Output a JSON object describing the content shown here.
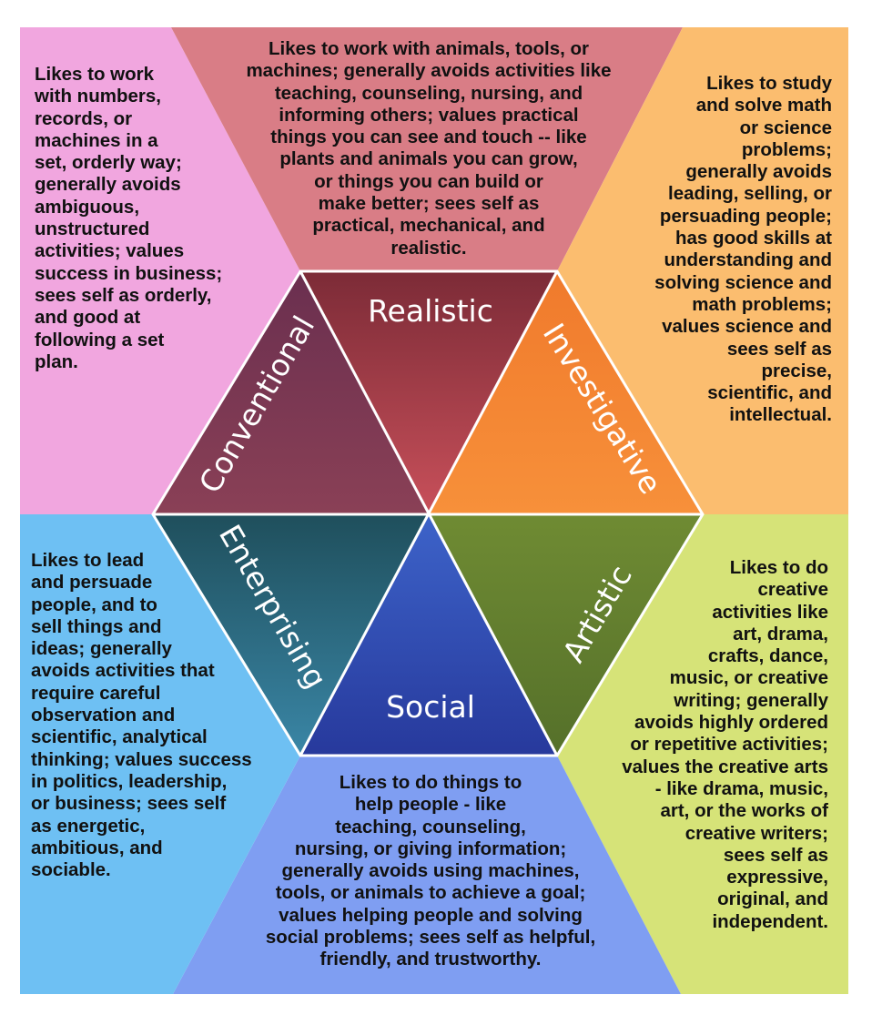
{
  "types": {
    "realistic": {
      "name": "Realistic",
      "color": "#d97d86",
      "triangle_color": "#a44049",
      "description": [
        "Likes to work with animals, tools, or",
        "machines; generally avoids activities like",
        "teaching, counseling, nursing, and",
        "informing others; values practical",
        "things you can see and touch -- like",
        "plants and animals you can grow,",
        "or things you can build or",
        "make better; sees self as",
        "practical, mechanical, and",
        "realistic."
      ]
    },
    "investigative": {
      "name": "Investigative",
      "color": "#fbbd6f",
      "triangle_color": "#ec7f2f",
      "description": [
        "Likes to study",
        "and solve math",
        "or science",
        "problems;",
        "generally avoids",
        "leading, selling, or",
        "persuading people;",
        "has good skills at",
        "understanding and",
        "solving science and",
        "math problems;",
        "values science and",
        "sees self as",
        "precise,",
        "scientific, and",
        "intellectual."
      ]
    },
    "artistic": {
      "name": "Artistic",
      "color": "#d6e378",
      "triangle_color": "#6d8932",
      "description": [
        "Likes to do",
        "creative",
        "activities like",
        "art, drama,",
        "crafts, dance,",
        "music, or creative",
        "writing; generally",
        "avoids highly ordered",
        "or repetitive activities;",
        "values the creative arts",
        "- like drama, music,",
        "art, or the works of",
        "creative writers;",
        "sees self as",
        "expressive,",
        "original, and",
        "independent."
      ]
    },
    "social": {
      "name": "Social",
      "color": "#7f9ef2",
      "triangle_color": "#2e4bb0",
      "description": [
        "Likes to do things to",
        "help people - like",
        "teaching, counseling,",
        "nursing, or giving information;",
        "generally avoids using machines,",
        "tools, or animals to achieve a goal;",
        "values helping people and solving",
        "social problems; sees self as helpful,",
        "friendly, and trustworthy."
      ]
    },
    "enterprising": {
      "name": "Enterprising",
      "color": "#6ec0f3",
      "triangle_color": "#2c6a82",
      "description": [
        "Likes to lead",
        "and persuade",
        "people, and to",
        "sell things and",
        "ideas; generally",
        "avoids activities that",
        "require careful",
        "observation and",
        "scientific, analytical",
        "thinking; values success",
        "in politics, leadership,",
        "or business; sees self",
        "as energetic,",
        "ambitious, and",
        "sociable."
      ]
    },
    "conventional": {
      "name": "Conventional",
      "color": "#f1a6df",
      "triangle_color": "#7a3a55",
      "description": [
        "Likes to work",
        "with numbers,",
        "records, or",
        "machines in a",
        "set, orderly way;",
        "generally avoids",
        "ambiguous,",
        "unstructured",
        "activities; values",
        "success in business;",
        "sees self as orderly,",
        "and good at",
        "following a set",
        "plan."
      ]
    }
  }
}
